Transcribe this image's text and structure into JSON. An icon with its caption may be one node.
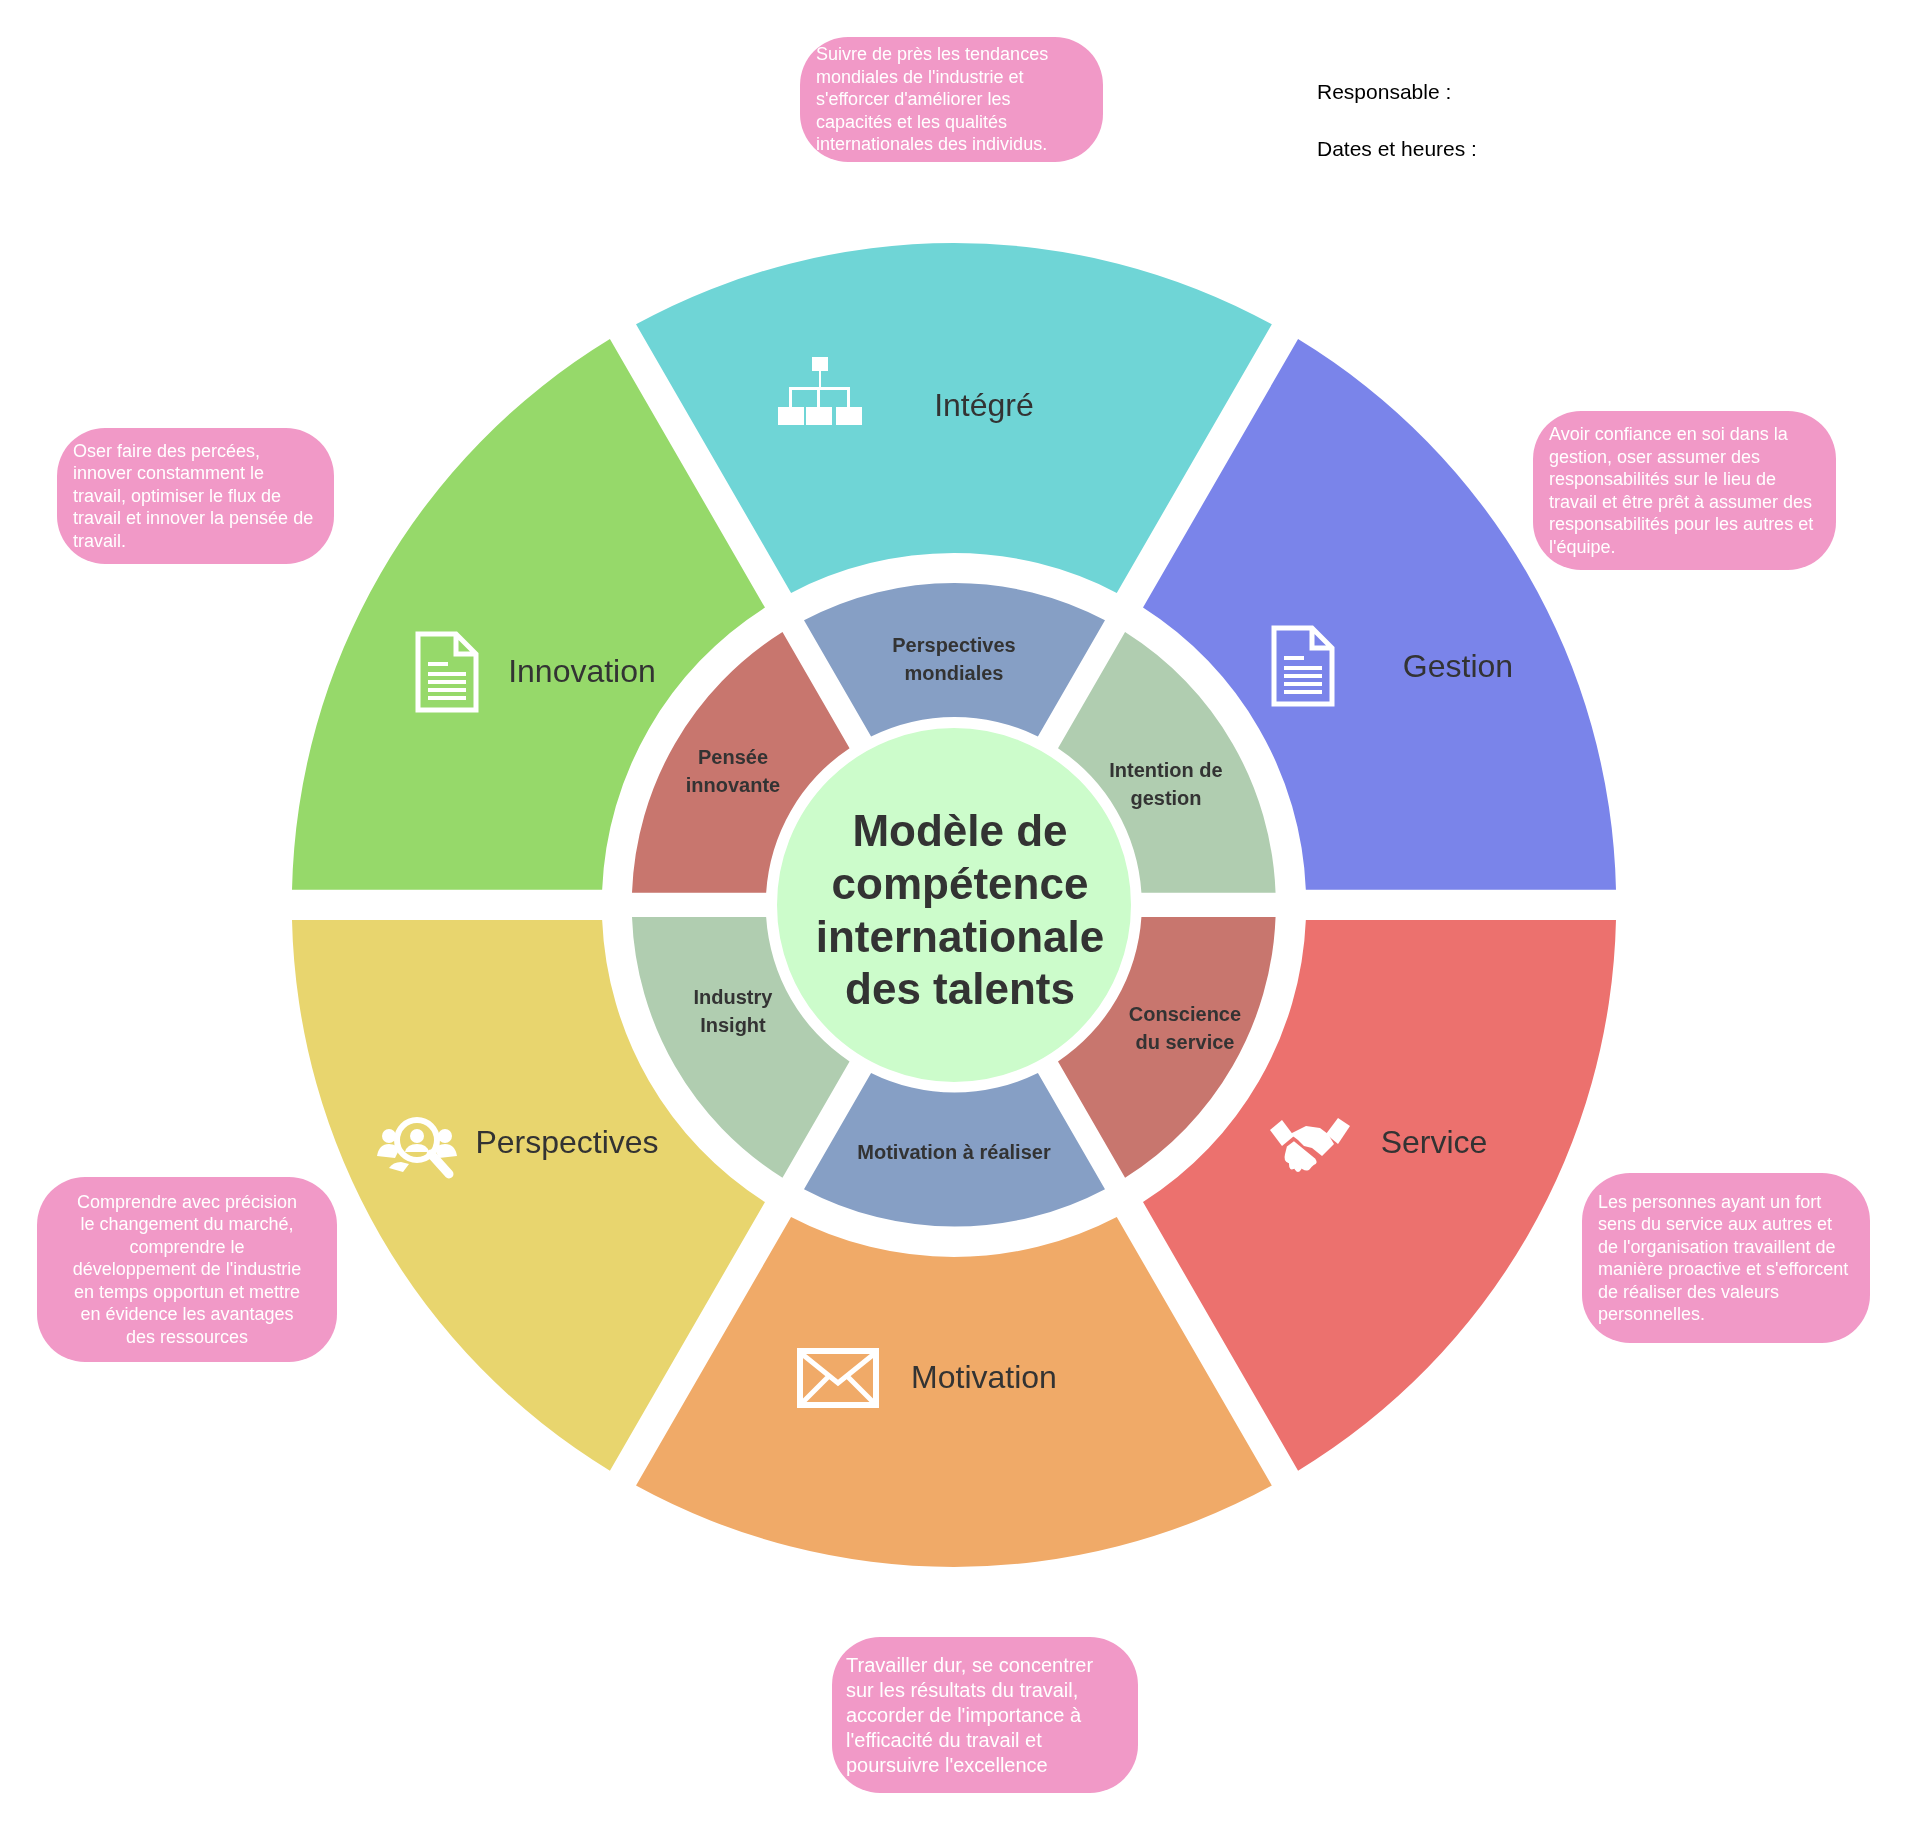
{
  "diagram": {
    "nodes": [
      {
        "text": [
          "Modèle de compétence internationale des talents"
        ]
      },
      {
        "text": [
          "Intégré"
        ]
      },
      {
        "text": [
          "Gestion"
        ]
      },
      {
        "text": [
          "Service"
        ]
      },
      {
        "text": [
          "Motivation"
        ]
      },
      {
        "text": [
          "Perspectives"
        ]
      },
      {
        "text": [
          "Innovation"
        ]
      },
      {
        "text": [
          "Perspectives mondiales"
        ]
      },
      {
        "text": [
          "Intention de gestion"
        ]
      },
      {
        "text": [
          "Conscience du service"
        ]
      },
      {
        "text": [
          "Motivation à réaliser"
        ]
      },
      {
        "text": [
          "Industry Insight"
        ]
      },
      {
        "text": [
          "Pensée innovante"
        ]
      },
      {
        "text": [
          "Suivre de près les tendances mondiales de l'industrie et s'efforcer d'améliorer les capacités et les qualités internationales des individus."
        ]
      },
      {
        "text": [
          "Oser faire des percées, innover constamment le travail, optimiser le flux de travail et innover la pensée de travail."
        ]
      },
      {
        "text": [
          "Avoir confiance en soi dans la gestion, oser assumer des responsabilités sur le lieu de travail et être prêt à assumer des responsabilités pour les autres et l'équipe."
        ]
      },
      {
        "text": [
          "Comprendre avec précision le changement du marché, comprendre le développement de l'industrie en temps opportun et mettre en évidence les avantages des ressources"
        ]
      },
      {
        "text": [
          "Les personnes ayant un fort sens du service aux autres et de l'organisation travaillent de manière proactive et s'efforcent de réaliser des valeurs personnelles."
        ]
      },
      {
        "text": [
          "Travailler dur, se concentrer sur les résultats du travail, accorder de l'importance à l'efficacité du travail et poursuivre l'excellence"
        ]
      }
    ],
    "labels": [
      "Responsable :",
      "Dates et heures :"
    ]
  }
}
